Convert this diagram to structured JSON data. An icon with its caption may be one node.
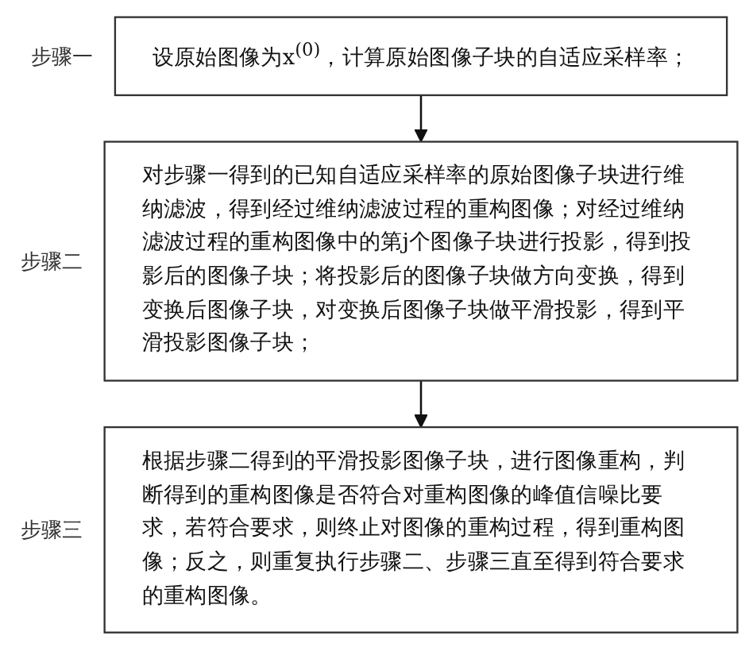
{
  "diagram": {
    "nodes": [
      {
        "text": [
          "设原始图像为x$^{(0)}$，计算原始图像子块的自适应采样率；"
        ],
        "beside": [
          "步骤一"
        ]
      },
      {
        "text": [
          "对步骤一得到的已知自适应采样率的原始图像子块进行维纳滤波，得到经过维纳滤波过程的重构图像；对经过维纳滤波过程的重构图像中的第j个图像子块进行投影，得到投影后的图像子块；将投影后的图像子块做方向变换，得到变换后图像子块，对变换后图像子块做平滑投影，得到平滑投影图像子块；"
        ],
        "beside": [
          "步骤二"
        ]
      },
      {
        "text": [
          "根据步骤二得到的平滑投影图像子块，进行图像重构，判断得到的重构图像是否符合对重构图像的峰值信噪比要求，若符合要求，则终止对图像的重构过程，得到重构图像；反之，则重复执行步骤二、步骤三直至得到符合要求的重构图像。"
        ],
        "beside": [
          "步骤三"
        ]
      }
    ],
    "edges": [
      {
        "from": 0,
        "to": 1,
        "arrow": "to"
      },
      {
        "from": 1,
        "to": 2,
        "arrow": "to"
      }
    ]
  }
}
